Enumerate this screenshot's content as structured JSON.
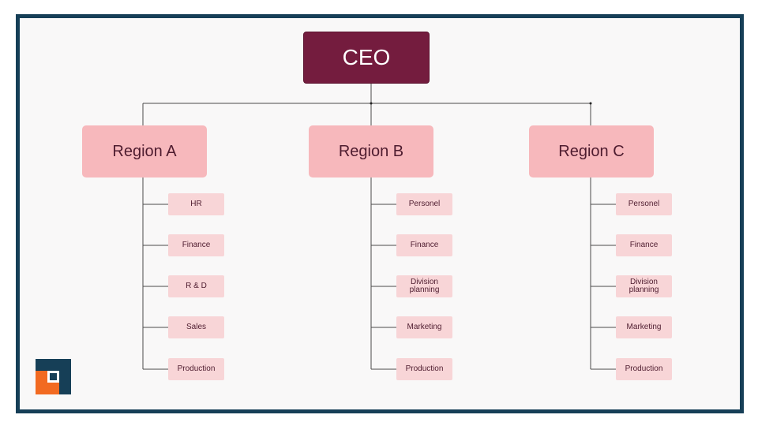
{
  "chart": {
    "ceo": "CEO",
    "regions": [
      {
        "name": "Region A",
        "departments": [
          "HR",
          "Finance",
          "R & D",
          "Sales",
          "Production"
        ]
      },
      {
        "name": "Region B",
        "departments": [
          "Personel",
          "Finance",
          "Division planning",
          "Marketing",
          "Production"
        ]
      },
      {
        "name": "Region C",
        "departments": [
          "Personel",
          "Finance",
          "Division planning",
          "Marketing",
          "Production"
        ]
      }
    ]
  },
  "colors": {
    "frame": "#163f57",
    "ceo_fill": "#741c3e",
    "region_fill": "#f7b8bc",
    "dept_fill": "#f8d5d7",
    "text": "#4e1c2f",
    "logo_blue": "#163f57",
    "logo_orange": "#f26a21"
  },
  "logo": {
    "icon": "company-logo-icon"
  }
}
